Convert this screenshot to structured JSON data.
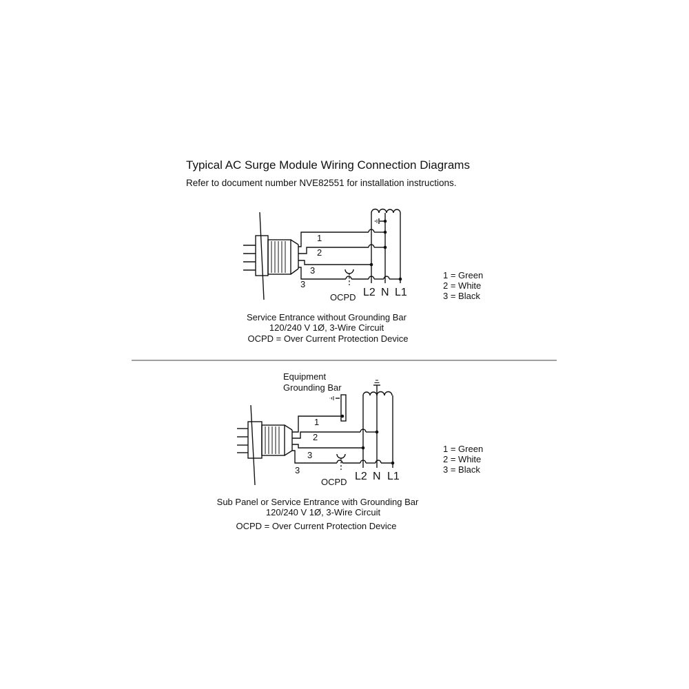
{
  "header": {
    "title": "Typical AC Surge Module Wiring Connection Diagrams",
    "subtitle": "Refer to document number NVE82551 for installation instructions."
  },
  "diagram1": {
    "wire_labels": [
      "1",
      "2",
      "3",
      "3"
    ],
    "ocpd_label": "OCPD",
    "terminals": [
      "L2",
      "N",
      "L1"
    ],
    "caption": [
      "Service Entrance without Grounding Bar",
      "120/240 V 1Ø, 3-Wire Circuit",
      "OCPD = Over Current Protection Device"
    ],
    "legend": [
      "1 = Green",
      "2 = White",
      "3 = Black"
    ]
  },
  "diagram2": {
    "grounding_bar_label": [
      "Equipment",
      "Grounding Bar"
    ],
    "wire_labels": [
      "1",
      "2",
      "3",
      "3"
    ],
    "ocpd_label": "OCPD",
    "terminals": [
      "L2",
      "N",
      "L1"
    ],
    "caption": [
      "Sub Panel or Service Entrance with Grounding Bar",
      "120/240 V 1Ø, 3-Wire Circuit",
      "OCPD = Over Current Protection Device"
    ],
    "legend": [
      "1 = Green",
      "2 = White",
      "3 = Black"
    ]
  }
}
